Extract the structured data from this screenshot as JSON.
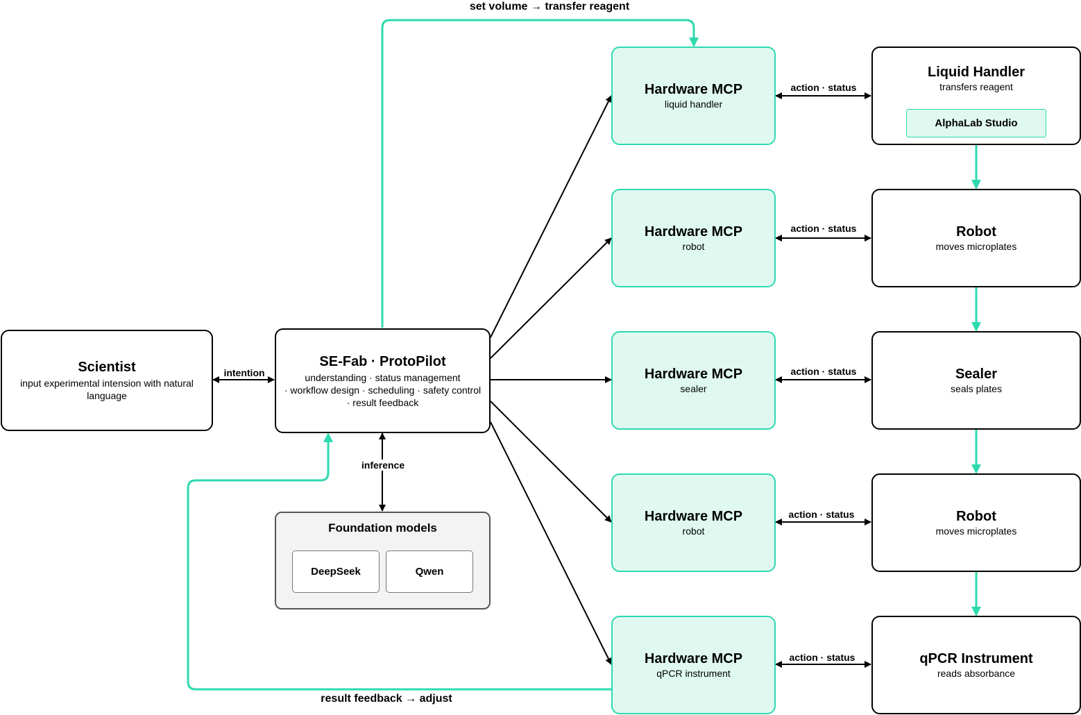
{
  "scientist": {
    "title": "Scientist",
    "subtitle": "input experimental intension with natural language"
  },
  "protopilot": {
    "title": "SE-Fab · ProtoPilot",
    "line1": "understanding · status management",
    "line2": "· workflow design · scheduling · safety control",
    "line3": "· result feedback"
  },
  "foundation": {
    "title": "Foundation models",
    "models": [
      "DeepSeek",
      "Qwen"
    ]
  },
  "mcps": [
    {
      "title": "Hardware MCP",
      "subtitle": "liquid handler"
    },
    {
      "title": "Hardware MCP",
      "subtitle": "robot"
    },
    {
      "title": "Hardware MCP",
      "subtitle": "sealer"
    },
    {
      "title": "Hardware MCP",
      "subtitle": "robot"
    },
    {
      "title": "Hardware MCP",
      "subtitle": "qPCR instrument"
    }
  ],
  "devices": [
    {
      "title": "Liquid Handler",
      "subtitle": "transfers reagent",
      "software": "AlphaLab Studio"
    },
    {
      "title": "Robot",
      "subtitle": "moves microplates"
    },
    {
      "title": "Sealer",
      "subtitle": "seals plates"
    },
    {
      "title": "Robot",
      "subtitle": "moves microplates"
    },
    {
      "title": "qPCR Instrument",
      "subtitle": "reads absorbance"
    }
  ],
  "labels": {
    "intention": "intention",
    "inference": "inference",
    "action_status": "action · status",
    "set_volume": "set volume → transfer reagent",
    "result_feedback": "result feedback → adjust"
  },
  "colors": {
    "accent": "#2ed9b0",
    "accent_fill": "#dff9f1",
    "line": "#000000"
  }
}
